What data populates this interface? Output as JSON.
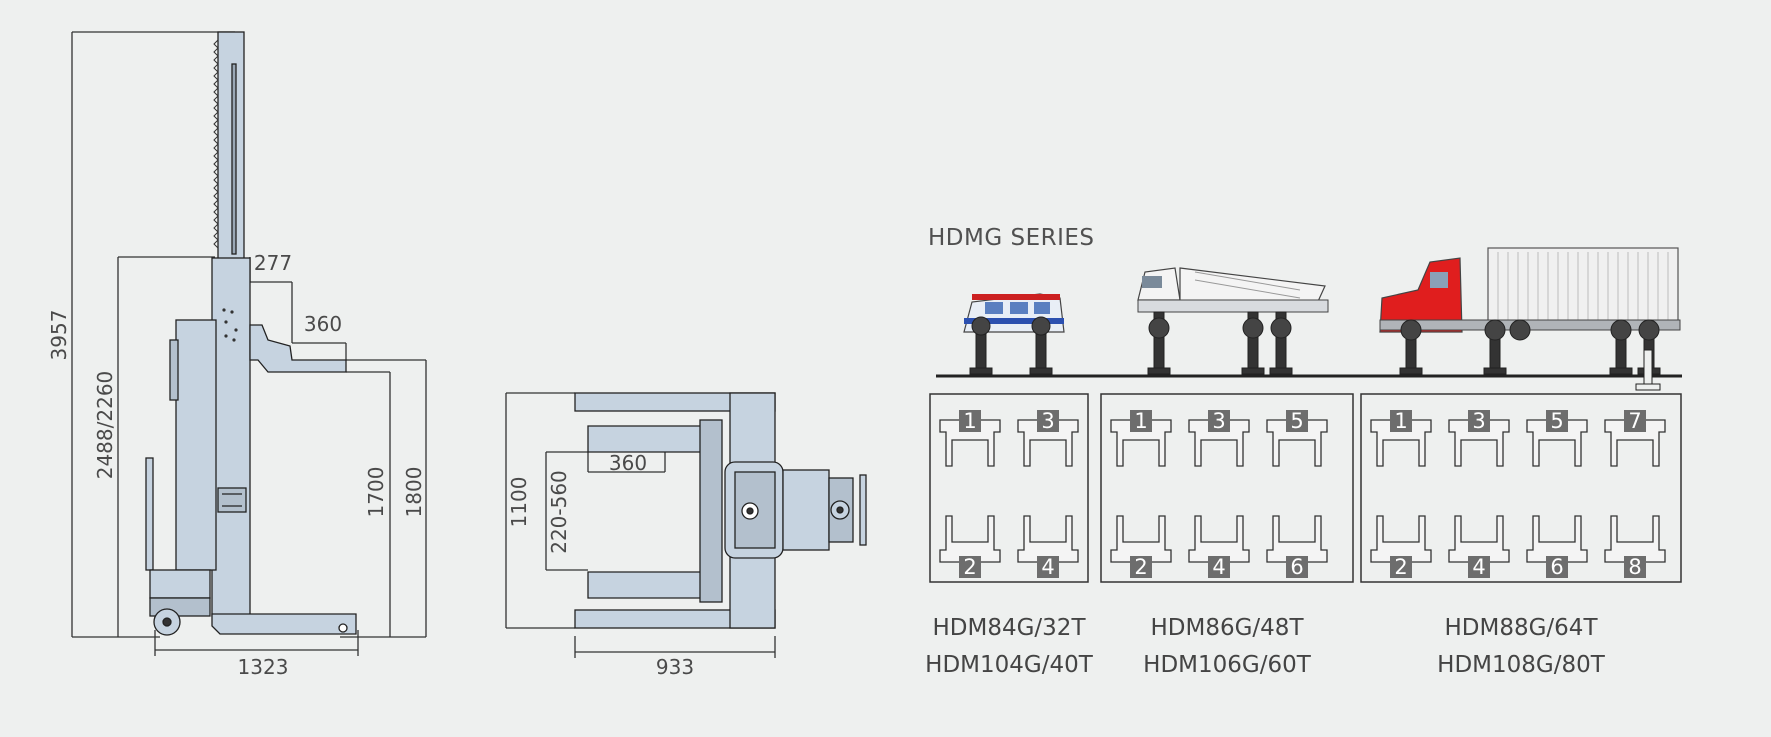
{
  "side_view": {
    "dims": {
      "total_height": "3957",
      "carriage_height": "2488/2260",
      "fork_offset": "277",
      "fork_length": "360",
      "lift_1700": "1700",
      "lift_1800": "1800",
      "base_length": "1323"
    }
  },
  "top_view": {
    "dims": {
      "depth": "1100",
      "adjust_range": "220-560",
      "fork_length": "360",
      "width": "933"
    }
  },
  "series": {
    "title": "HDMG SERIES",
    "vehicles": [
      {
        "name": "van-icon",
        "body_color": "#e8eef6",
        "stripe_color": "#2b50b0",
        "roof_color": "#cc2020"
      },
      {
        "name": "dump-truck-icon",
        "body_color": "#f4f4f4"
      },
      {
        "name": "semi-truck-icon",
        "cab_color": "#e01e1e",
        "trailer_color": "#f0f0f0"
      }
    ],
    "groups": [
      {
        "top": [
          "1",
          "3"
        ],
        "bottom": [
          "2",
          "4"
        ],
        "models": [
          "HDM84G/32T",
          "HDM104G/40T"
        ]
      },
      {
        "top": [
          "1",
          "3",
          "5"
        ],
        "bottom": [
          "2",
          "4",
          "6"
        ],
        "models": [
          "HDM86G/48T",
          "HDM106G/60T"
        ]
      },
      {
        "top": [
          "1",
          "3",
          "5",
          "7"
        ],
        "bottom": [
          "2",
          "4",
          "6",
          "8"
        ],
        "models": [
          "HDM88G/64T",
          "HDM108G/80T"
        ]
      }
    ]
  }
}
